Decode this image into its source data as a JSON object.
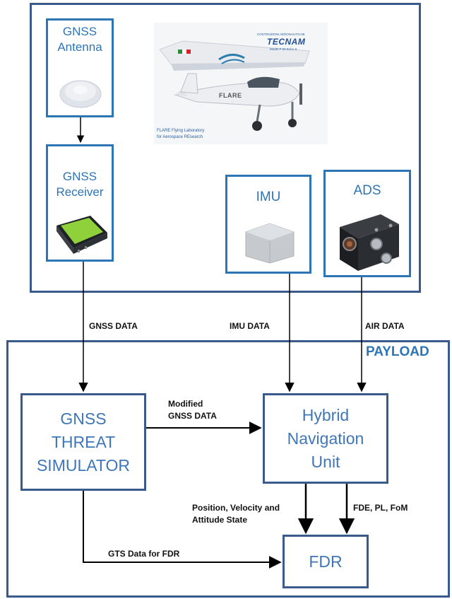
{
  "sensors": {
    "gnss_antenna": [
      "GNSS",
      "Antenna"
    ],
    "gnss_receiver": [
      "GNSS",
      "Receiver"
    ],
    "imu": "IMU",
    "ads": "ADS"
  },
  "aircraft": {
    "brand_small": "COSTRUZIONI AERONAUTICHE",
    "brand": "TECNAM",
    "model": "Model P 92 Echo S",
    "tail_text": "FLARE",
    "caption_1": "FLARE Flying Laboratory",
    "caption_2": "for Aerospace REsearch"
  },
  "flows": {
    "gnss_data": "GNSS DATA",
    "imu_data": "IMU DATA",
    "air_data": "AIR DATA",
    "modified_1": "Modified",
    "modified_2": "GNSS DATA",
    "pva_1": "Position, Velocity and",
    "pva_2": "Attitude State",
    "fde": "FDE, PL, FoM",
    "gts": "GTS Data for FDR"
  },
  "payload": {
    "title": "PAYLOAD",
    "threat_sim": [
      "GNSS",
      "THREAT",
      "SIMULATOR"
    ],
    "hnu": [
      "Hybrid",
      "Navigation",
      "Unit"
    ],
    "fdr": "FDR"
  }
}
